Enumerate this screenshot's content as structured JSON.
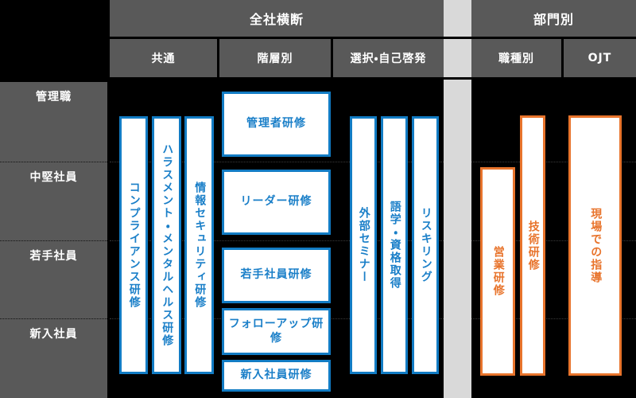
{
  "diagram": {
    "title_row": {
      "corner_blank": "",
      "groups": [
        {
          "id": "company-wide",
          "label": "全社横断"
        },
        {
          "id": "divider",
          "label": ""
        },
        {
          "id": "by-department",
          "label": "部門別"
        }
      ]
    },
    "subheader_row": {
      "corner_blank": "",
      "columns": [
        {
          "id": "common",
          "label": "共通"
        },
        {
          "id": "by-level",
          "label": "階層別"
        },
        {
          "id": "elective-self-development",
          "label": "選択・自己啓発"
        },
        {
          "id": "divider",
          "label": ""
        },
        {
          "id": "by-job-type",
          "label": "職種別"
        },
        {
          "id": "ojt",
          "label": "OJT"
        }
      ]
    },
    "row_labels": [
      {
        "id": "managers",
        "label": "管理職"
      },
      {
        "id": "mid-career",
        "label": "中堅社員"
      },
      {
        "id": "junior",
        "label": "若手社員"
      },
      {
        "id": "new-hires",
        "label": "新入社員"
      }
    ],
    "cards": {
      "common": [
        {
          "id": "compliance",
          "label": "コンプライアンス研修",
          "color": "blue",
          "orientation": "vertical"
        },
        {
          "id": "harassment-mental-health",
          "label": "ハラスメント・メンタルヘルス研修",
          "color": "blue",
          "orientation": "vertical"
        },
        {
          "id": "information-security",
          "label": "情報セキュリティ研修",
          "color": "blue",
          "orientation": "vertical"
        }
      ],
      "by_level": [
        {
          "id": "manager-training",
          "label": "管理者研修",
          "color": "blue",
          "orientation": "horizontal"
        },
        {
          "id": "leader-training",
          "label": "リーダー研修",
          "color": "blue",
          "orientation": "horizontal"
        },
        {
          "id": "junior-staff-training",
          "label": "若手社員研修",
          "color": "blue",
          "orientation": "horizontal"
        },
        {
          "id": "follow-up-training",
          "label": "フォローアップ研修",
          "color": "blue",
          "orientation": "horizontal"
        },
        {
          "id": "new-hire-training",
          "label": "新入社員研修",
          "color": "blue",
          "orientation": "horizontal"
        }
      ],
      "elective": [
        {
          "id": "external-seminar",
          "label": "外部セミナー",
          "color": "blue",
          "orientation": "vertical"
        },
        {
          "id": "language-certification",
          "label": "語学・資格取得",
          "color": "blue",
          "orientation": "vertical"
        },
        {
          "id": "reskilling",
          "label": "リスキリング",
          "color": "blue",
          "orientation": "vertical"
        }
      ],
      "by_job_type": [
        {
          "id": "sales-training",
          "label": "営業研修",
          "color": "orange",
          "orientation": "vertical"
        },
        {
          "id": "technical-training",
          "label": "技術研修",
          "color": "orange",
          "orientation": "vertical"
        }
      ],
      "ojt": [
        {
          "id": "on-site-guidance",
          "label": "現場での指導",
          "color": "orange",
          "orientation": "vertical"
        }
      ]
    },
    "colors": {
      "background": "#000000",
      "header_gray": "#595959",
      "separator_gray": "#d9d9d9",
      "blue": "#127cc4",
      "blue_text": "#1a7fc8",
      "orange": "#e8742c",
      "card_fill": "#ffffff",
      "header_text": "#ffffff"
    }
  }
}
